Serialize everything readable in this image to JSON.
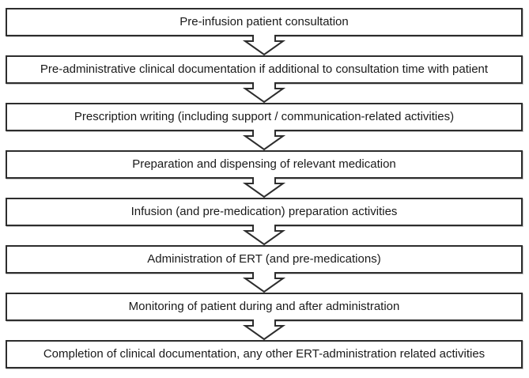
{
  "colors": {
    "background": "#ffffff",
    "box_border": "#2d2d2d",
    "box_fill": "#ffffff",
    "text": "#1a1a1a"
  },
  "connector": {
    "icon": "down-arrow-icon",
    "direction": "down"
  },
  "steps": [
    {
      "label": "Pre-infusion patient consultation"
    },
    {
      "label": "Pre-administrative clinical documentation if additional to consultation time with patient"
    },
    {
      "label": "Prescription writing (including support / communication-related activities)"
    },
    {
      "label": "Preparation and dispensing of relevant medication"
    },
    {
      "label": "Infusion (and pre-medication) preparation activities"
    },
    {
      "label": "Administration of ERT (and pre-medications)"
    },
    {
      "label": "Monitoring of patient during and after administration"
    },
    {
      "label": "Completion of clinical documentation, any other ERT-administration related activities"
    }
  ]
}
